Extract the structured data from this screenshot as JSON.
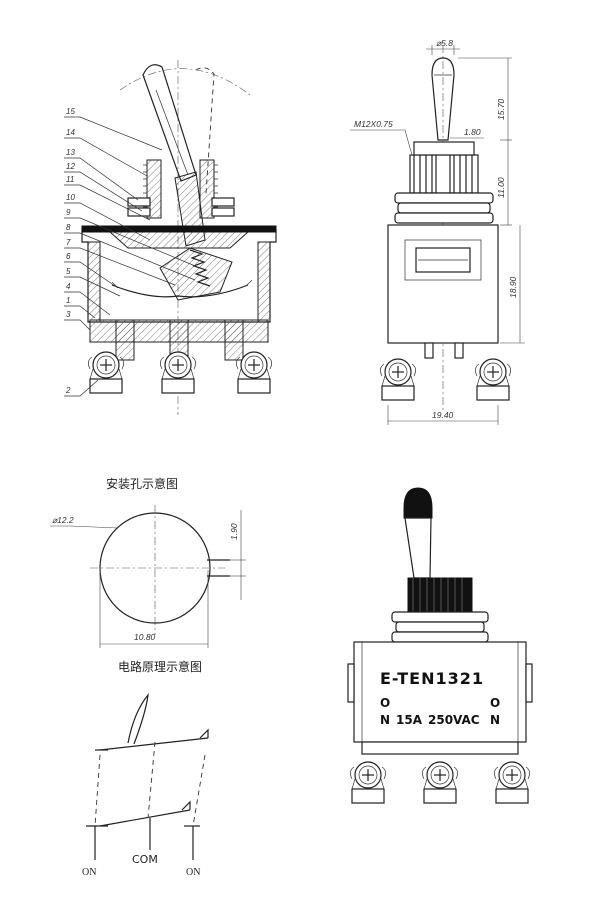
{
  "section_view": {
    "part_numbers": [
      "15",
      "14",
      "13",
      "12",
      "11",
      "10",
      "9",
      "8",
      "7",
      "6",
      "5",
      "4",
      "1",
      "3",
      "2"
    ]
  },
  "side_view": {
    "dims": {
      "lever_dia": "⌀5.8",
      "thread": "M12X0.75",
      "flat": "1.80",
      "lever_len": "15.70",
      "bushing_len": "11.00",
      "body_h": "18.90",
      "body_w": "19.40"
    }
  },
  "mounting_hole": {
    "title": "安装孔示意图",
    "dia": "⌀12.2",
    "key": "1.90",
    "width": "10.80"
  },
  "circuit": {
    "title": "电路原理示意图",
    "left_label": "ON",
    "com_label": "COM",
    "right_label": "ON"
  },
  "product_view": {
    "model": "E-TEN1321",
    "left_mark_top": "O",
    "left_mark_bottom": "N",
    "right_mark_top": "O",
    "right_mark_bottom": "N",
    "rating_current": "15A",
    "rating_voltage": "250VAC"
  }
}
